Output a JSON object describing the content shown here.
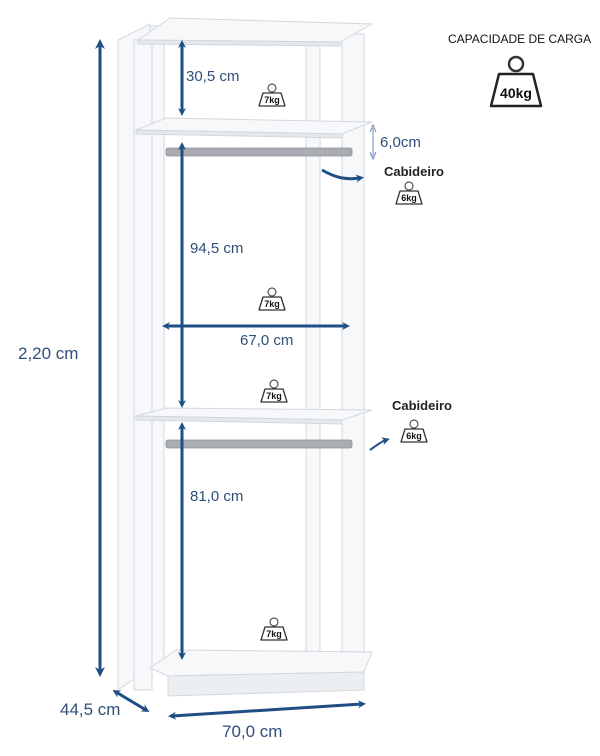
{
  "capacity": {
    "title": "CAPACIDADE DE CARGA",
    "total": "40kg"
  },
  "dimensions": {
    "height_total": "2,20 cm",
    "depth": "44,5 cm",
    "width": "70,0 cm",
    "top_gap": "30,5 cm",
    "rod_offset": "6,0cm",
    "upper_compartment": "94,5 cm",
    "inner_width": "67,0 cm",
    "lower_compartment": "81,0 cm"
  },
  "loads": {
    "top_shelf": "7kg",
    "upper_middle": "7kg",
    "middle_shelf": "7kg",
    "bottom": "7kg",
    "rod_upper": "6kg",
    "rod_lower": "6kg"
  },
  "rods": {
    "upper_label": "Cabideiro",
    "lower_label": "Cabideiro"
  },
  "colors": {
    "arrow": "#1f4e86",
    "panel": "#f6f7f8",
    "edge": "#cfd4da",
    "rod": "#a9adb2"
  }
}
